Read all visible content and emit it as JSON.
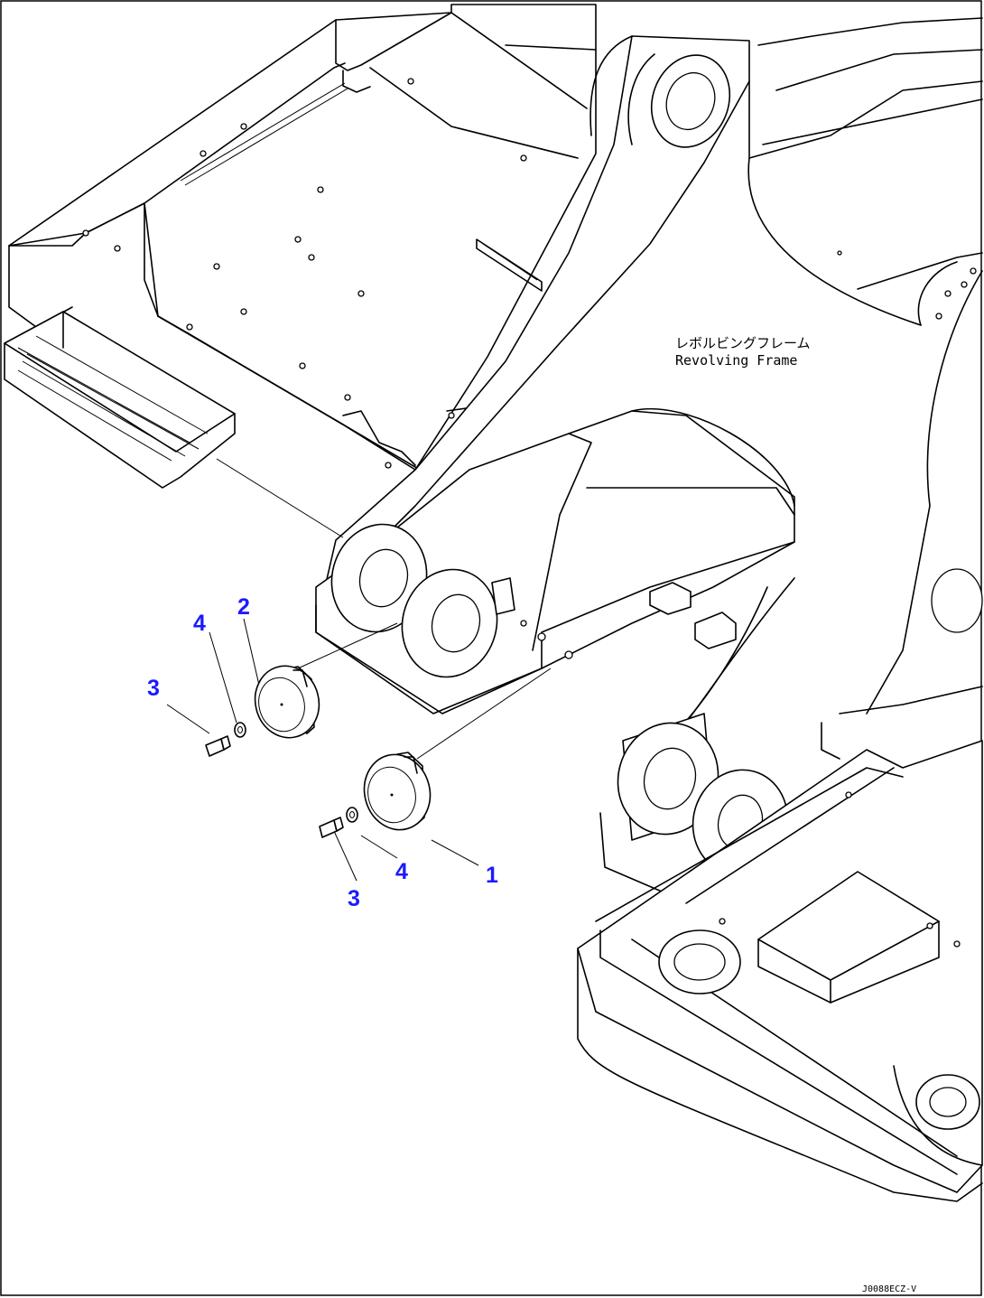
{
  "frame_label": {
    "japanese": "レボルビングフレーム",
    "english": "Revolving Frame"
  },
  "callouts": [
    {
      "id": "callout-1",
      "number": "1",
      "color": "#1a1aff"
    },
    {
      "id": "callout-2",
      "number": "2",
      "color": "#1a1aff"
    },
    {
      "id": "callout-3a",
      "number": "3",
      "color": "#1a1aff"
    },
    {
      "id": "callout-3b",
      "number": "3",
      "color": "#1a1aff"
    },
    {
      "id": "callout-4a",
      "number": "4",
      "color": "#1a1aff"
    },
    {
      "id": "callout-4b",
      "number": "4",
      "color": "#1a1aff"
    }
  ],
  "reference_code": "J0088ECZ-V",
  "colors": {
    "line": "#000000",
    "callout": "#1a1aff",
    "background": "#ffffff"
  }
}
